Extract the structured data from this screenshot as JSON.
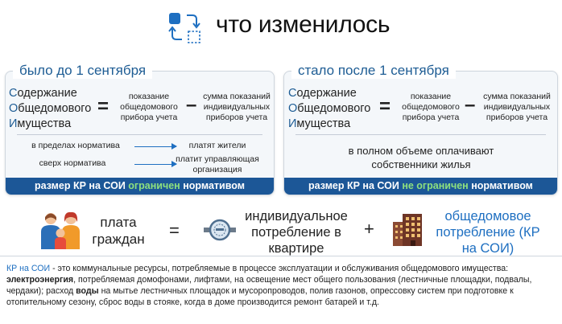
{
  "header": {
    "title": "что изменилось"
  },
  "left_panel": {
    "heading": "было до 1 сентября",
    "lhs": [
      {
        "cap": "С",
        "rest": "одержание"
      },
      {
        "cap": "О",
        "rest": "бщедомового"
      },
      {
        "cap": "И",
        "rest": "мущества"
      }
    ],
    "eq": "=",
    "minus": "–",
    "meter_reading": "показание общедомового прибора учета",
    "sum_individual": "сумма показаний индивидуальных приборов учета",
    "rule1_left": "в пределах норматива",
    "rule1_right": "платят жители",
    "rule2_left": "сверх норматива",
    "rule2_right": "платит управляющая организация",
    "bar_before": "размер КР на СОИ ",
    "bar_highlight": "ограничен",
    "bar_after": " нормативом"
  },
  "right_panel": {
    "heading": "стало  после 1 сентября",
    "lhs": [
      {
        "cap": "С",
        "rest": "одержание"
      },
      {
        "cap": "О",
        "rest": "бщедомового"
      },
      {
        "cap": "И",
        "rest": "мущества"
      }
    ],
    "eq": "=",
    "minus": "–",
    "meter_reading": "показание общедомового прибора учета",
    "sum_individual": "сумма показаний индивидуальных приборов учета",
    "full_payment": "в полном объеме оплачивают собственники жилья",
    "bar_before": "размер КР на СОИ ",
    "bar_highlight": "не ограничен",
    "bar_after": " нормативом"
  },
  "formula": {
    "payment": "плата граждан",
    "eq": "=",
    "individual": "индивидуальное потребление в квартире",
    "plus": "+",
    "common": "общедомовое потребление (КР на СОИ)"
  },
  "footer": {
    "p1": "КР на СОИ",
    "p2": " - это коммунальные ресурсы, потребляемые в процессе эксплуатации и обслуживания общедомового имущества: ",
    "p3": "электроэнергия",
    "p4": ", потребляемая домофонами, лифтами, на освещение мест общего пользования (лестничные площадки, подвалы, чердаки); расход ",
    "p5": "воды",
    "p6": " на мытье лестничных площадок и мусоропроводов, полив газонов, опрессовку систем при подготовке к отопительному сезону, сброс воды в стояке, когда в доме производится ремонт батарей и т.д."
  },
  "colors": {
    "accent": "#1d5c94",
    "bar": "#1c5797",
    "highlight": "#8ee07e",
    "link": "#1e6fc1"
  }
}
